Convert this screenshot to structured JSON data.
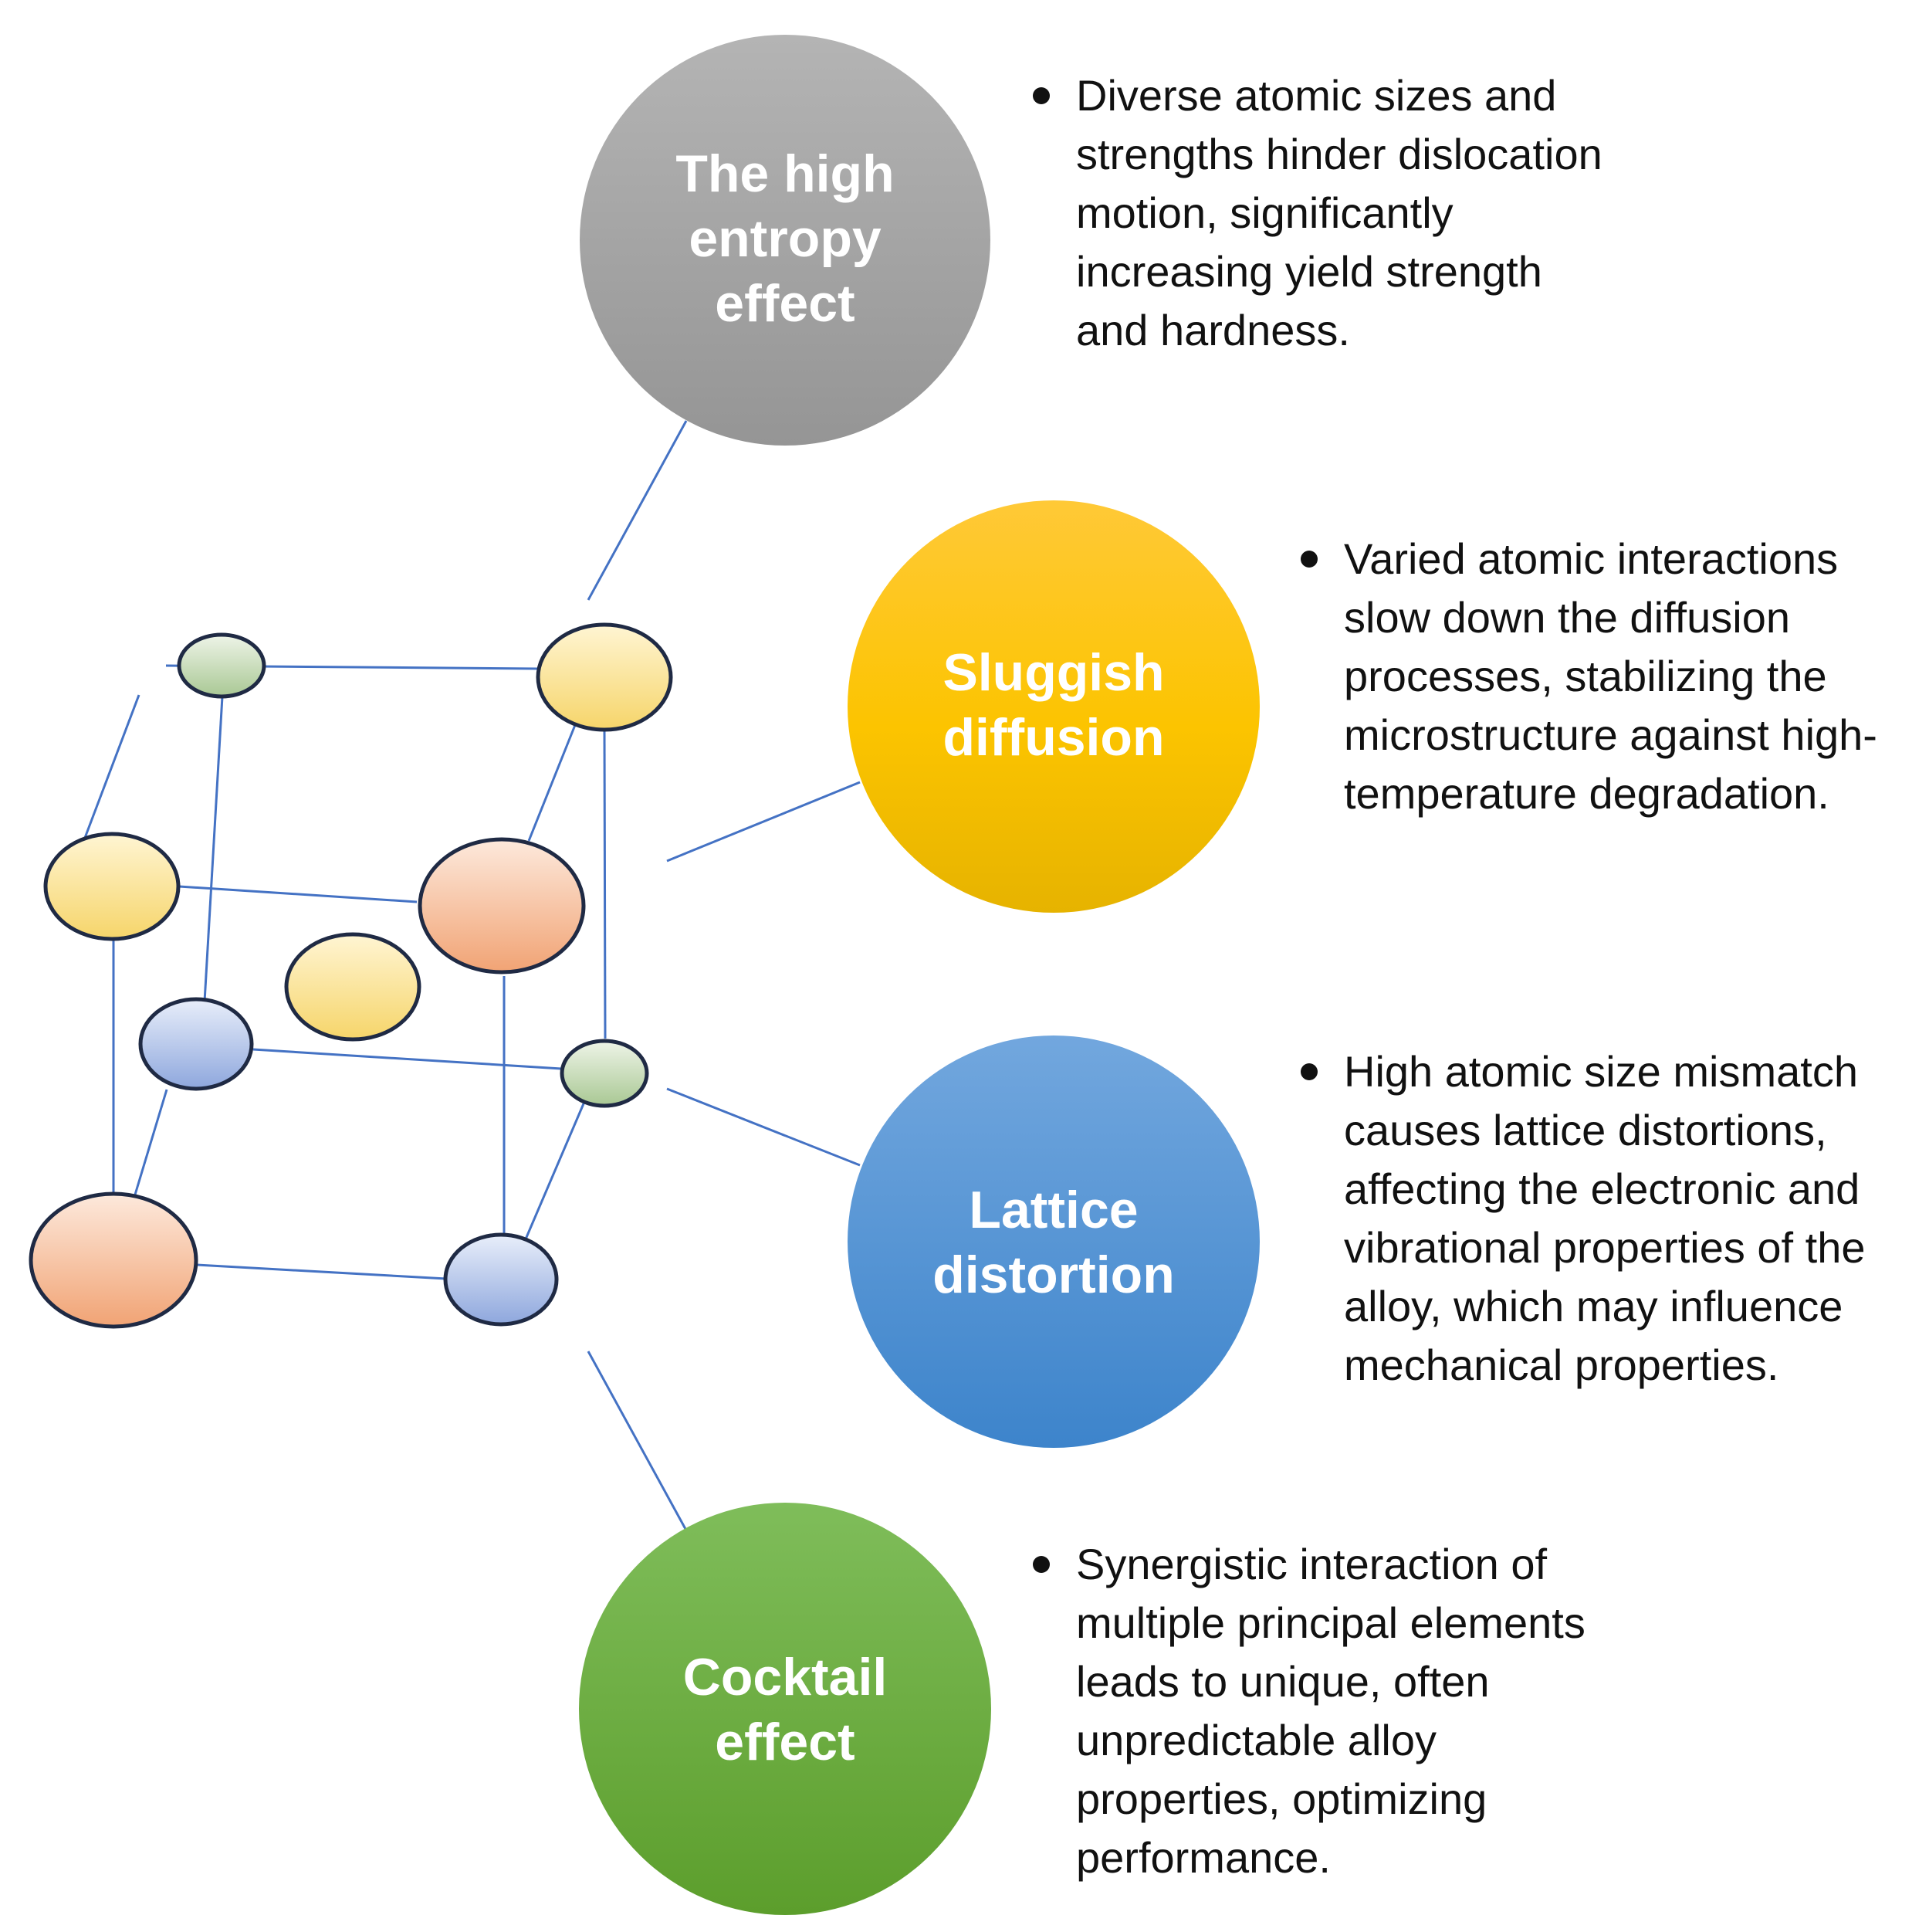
{
  "concepts": [
    {
      "title_lines": [
        "The high",
        "entropy",
        "effect"
      ],
      "description": "Diverse atomic sizes and strengths hinder dislocation motion, significantly increasing yield strength and hardness.",
      "color": "#a6a6a6"
    },
    {
      "title_lines": [
        "Sluggish",
        "diffusion"
      ],
      "description": "Varied atomic interactions slow down the diffusion processes, stabilizing the microstructure against high-temperature degradation.",
      "color": "#f5c000"
    },
    {
      "title_lines": [
        "Lattice",
        "distortion"
      ],
      "description": "High atomic size mismatch causes lattice distortions, affecting the electronic and vibrational properties of the alloy, which may influence mechanical properties.",
      "color": "#4f8fd6"
    },
    {
      "title_lines": [
        "Cocktail",
        "effect"
      ],
      "description": "Synergistic interaction of multiple principal elements leads to unique, often unpredictable alloy properties, optimizing performance.",
      "color": "#6aaa3a"
    }
  ],
  "atom_colors": {
    "green": "#c9dcbd",
    "yellow": "#fbe497",
    "orange": "#f5bc96",
    "blue": "#b3c5ea"
  },
  "connector_color": "#4472c4"
}
